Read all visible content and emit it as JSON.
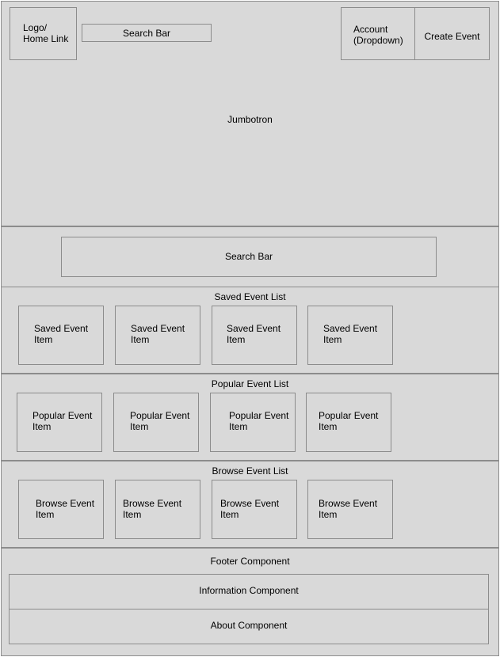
{
  "header": {
    "logo": "Logo/\nHome Link",
    "search_bar": "Search Bar",
    "account": "Account\n(Dropdown)",
    "create_event": "Create Event"
  },
  "jumbotron": {
    "label": "Jumbotron"
  },
  "main_search": {
    "label": "Search Bar"
  },
  "saved": {
    "title": "Saved Event List",
    "items": [
      "Saved Event\nItem",
      "Saved Event\nItem",
      "Saved Event\nItem",
      "Saved Event\nItem"
    ]
  },
  "popular": {
    "title": "Popular Event List",
    "items": [
      "Popular Event\nItem",
      "Popular Event\nItem",
      "Popular Event\nItem",
      "Popular Event\nItem"
    ]
  },
  "browse": {
    "title": "Browse Event List",
    "items": [
      "Browse Event\nItem",
      "Browse Event\nItem",
      "Browse Event\nItem",
      "Browse Event\nItem"
    ]
  },
  "footer": {
    "title": "Footer Component",
    "information": "Information Component",
    "about": "About Component"
  }
}
